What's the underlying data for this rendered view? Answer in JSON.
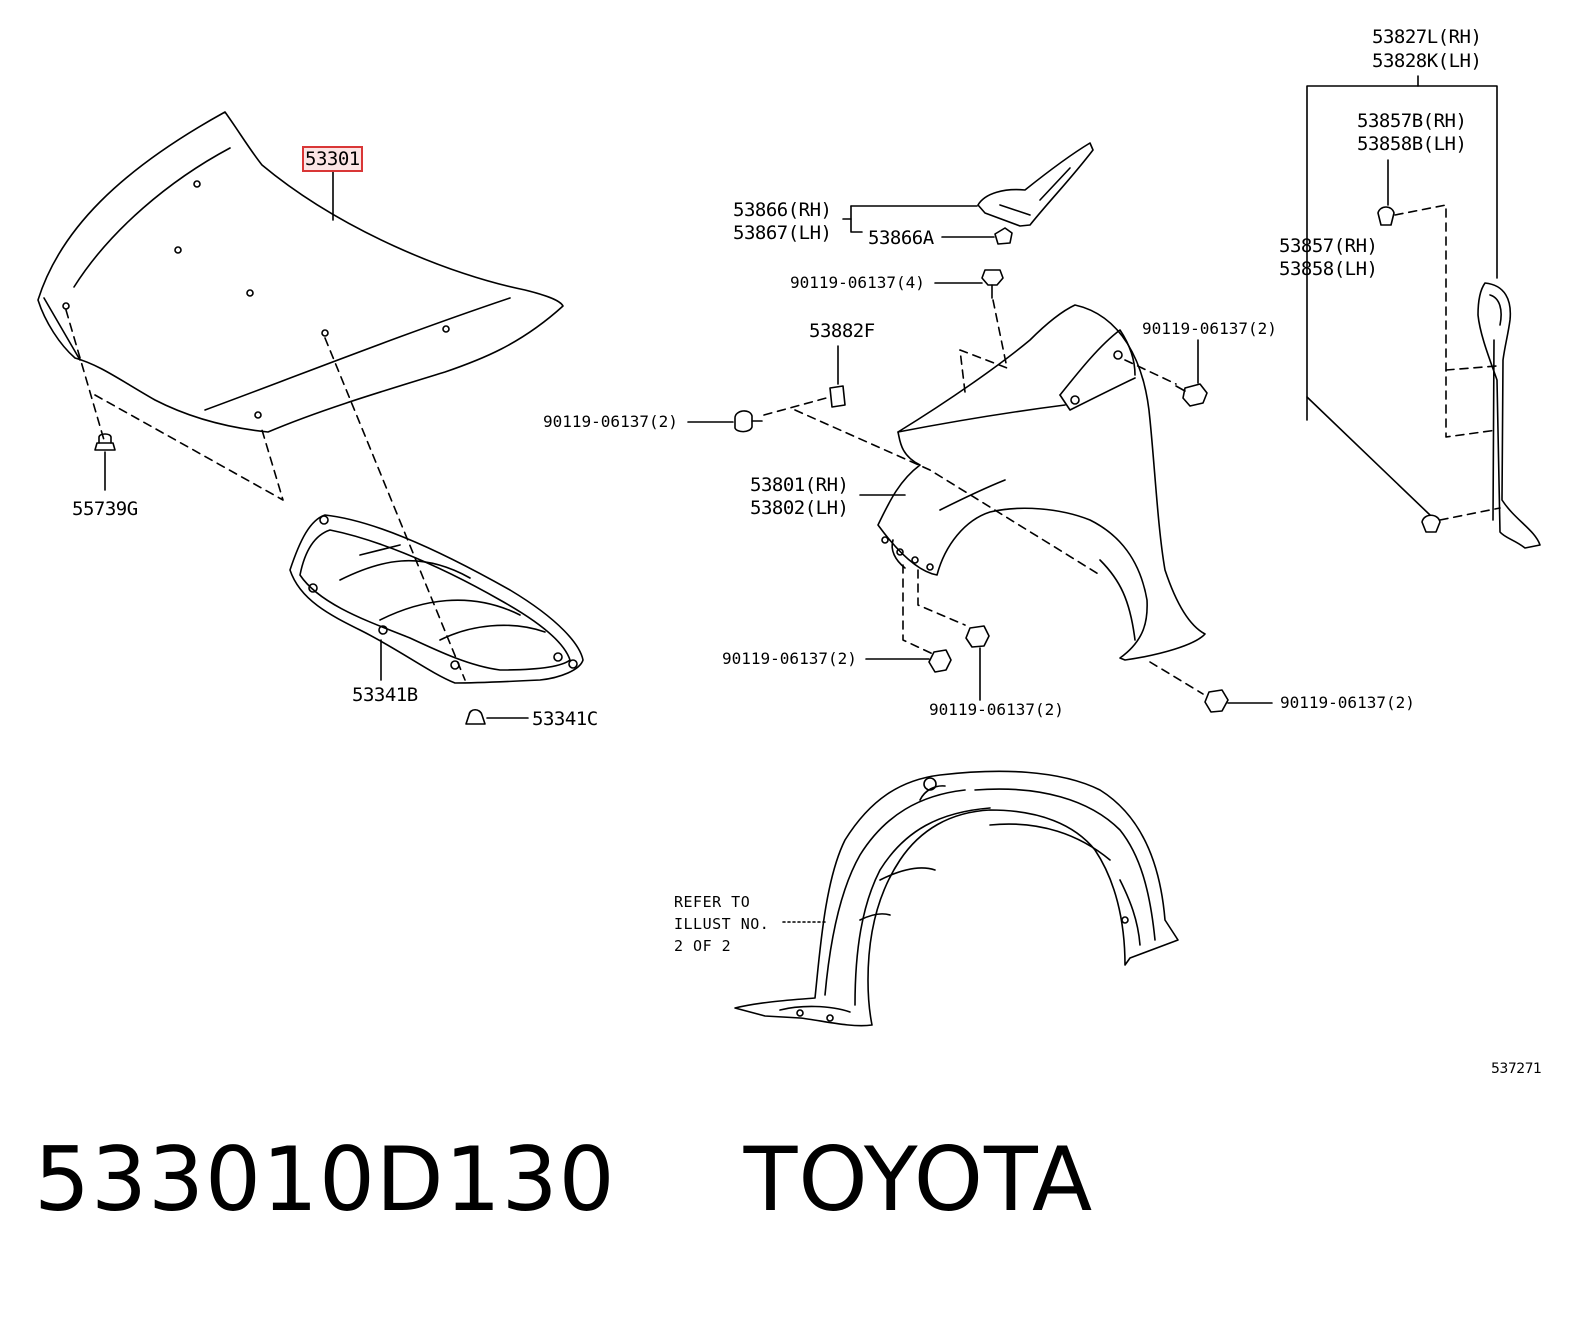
{
  "parts": {
    "hood": "53301",
    "hood_clip": "55739G",
    "hood_insulator": "53341B",
    "insulator_clip": "53341C",
    "fender_bracket_rh": "53866(RH)",
    "fender_bracket_lh": "53867(LH)",
    "bracket_clip": "53866A",
    "bolt_top": "90119-06137(4)",
    "pad": "53882F",
    "bolt_left": "90119-06137(2)",
    "bolt_right_upper": "90119-06137(2)",
    "fender_rh": "53801(RH)",
    "fender_lh": "53802(LH)",
    "bolt_bottom_left": "90119-06137(2)",
    "bolt_bottom_mid": "90119-06137(2)",
    "bolt_bottom_right": "90119-06137(2)",
    "seal_rh": "53827L(RH)",
    "seal_lh": "53828K(LH)",
    "clip_b_rh": "53857B(RH)",
    "clip_b_lh": "53858B(LH)",
    "clip_rh": "53857(RH)",
    "clip_lh": "53858(LH)"
  },
  "note": {
    "line1": "REFER TO",
    "line2": "ILLUST NO.",
    "line3": "2 OF 2"
  },
  "illustration_code": "537271",
  "caption": {
    "part_number": "533010D130",
    "brand": "TOYOTA"
  },
  "colors": {
    "line": "#000000",
    "highlight": "#d93636"
  }
}
